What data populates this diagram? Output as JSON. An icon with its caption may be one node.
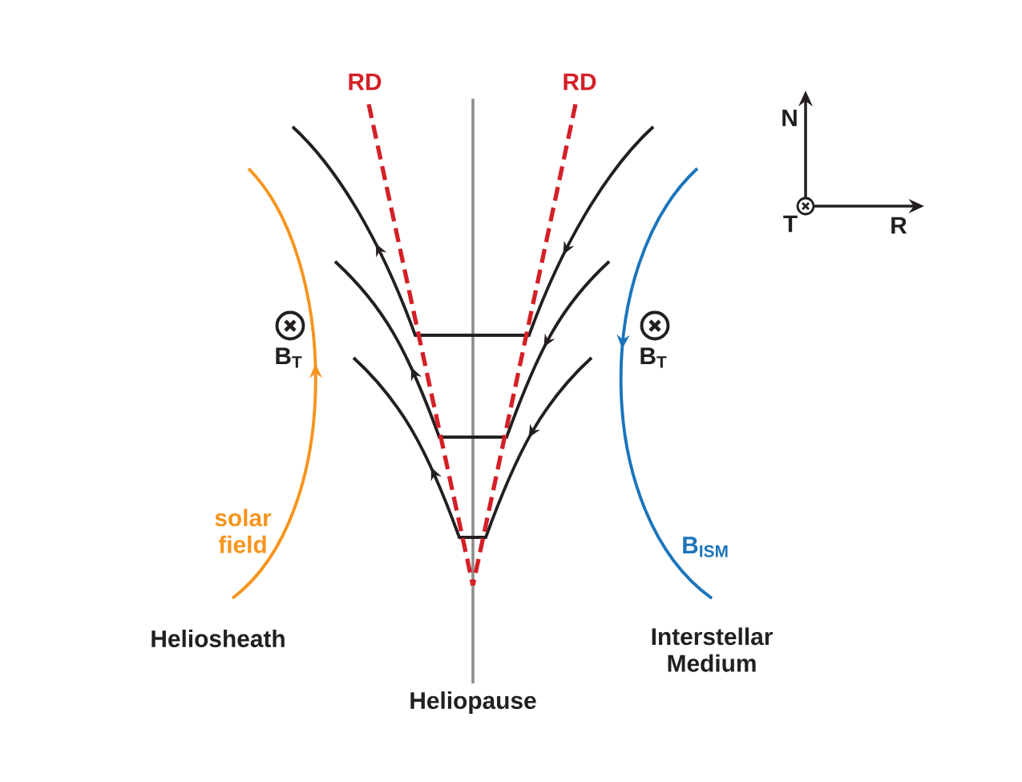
{
  "diagram": {
    "labels": [
      "RD",
      "RD",
      "N",
      "T",
      "R",
      "B$_{T}$",
      "B$_{T}$",
      "solar field",
      "B$_{ISM}$",
      "Heliosheath",
      "Interstellar Medium",
      "Heliopause"
    ]
  }
}
